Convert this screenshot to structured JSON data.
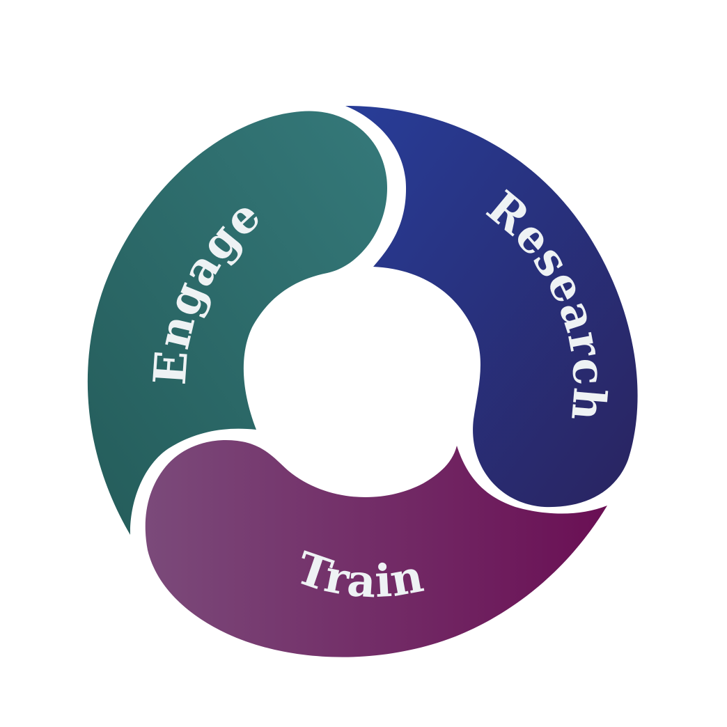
{
  "diagram": {
    "segments": [
      {
        "key": "engage",
        "label": "Engage",
        "color_start": "#245c5a",
        "color_end": "#35797a"
      },
      {
        "key": "research",
        "label": "Research",
        "color_start": "#283d98",
        "color_end": "#292460"
      },
      {
        "key": "train",
        "label": "Train",
        "color_start": "#7b4a7a",
        "color_end": "#6a0f54"
      }
    ]
  }
}
